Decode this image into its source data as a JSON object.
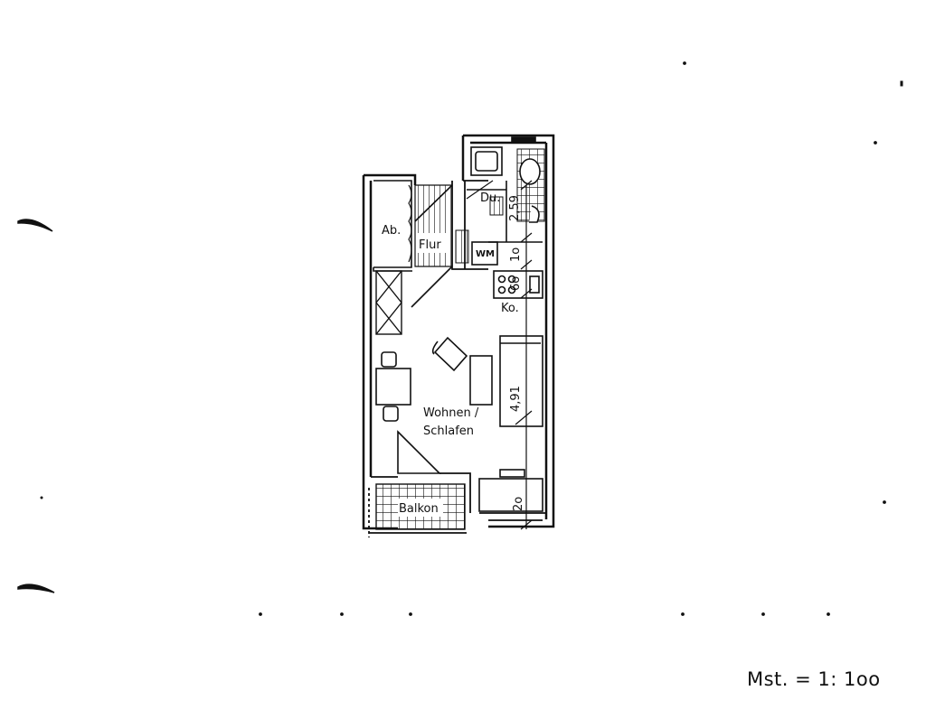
{
  "rooms": {
    "abstell": "Ab.",
    "flur": "Flur",
    "dusche": "Du.",
    "waschmaschine": "WM",
    "kochen": "Ko.",
    "wohnen_line1": "Wohnen /",
    "wohnen_line2": "Schlafen",
    "balkon": "Balkon"
  },
  "dimensions": {
    "dusche": "2,59",
    "wm": "1o",
    "kochen": "6o",
    "wohnen": "4,91",
    "balkon": "2o"
  },
  "scale_label": "Mst. = 1: 1oo"
}
